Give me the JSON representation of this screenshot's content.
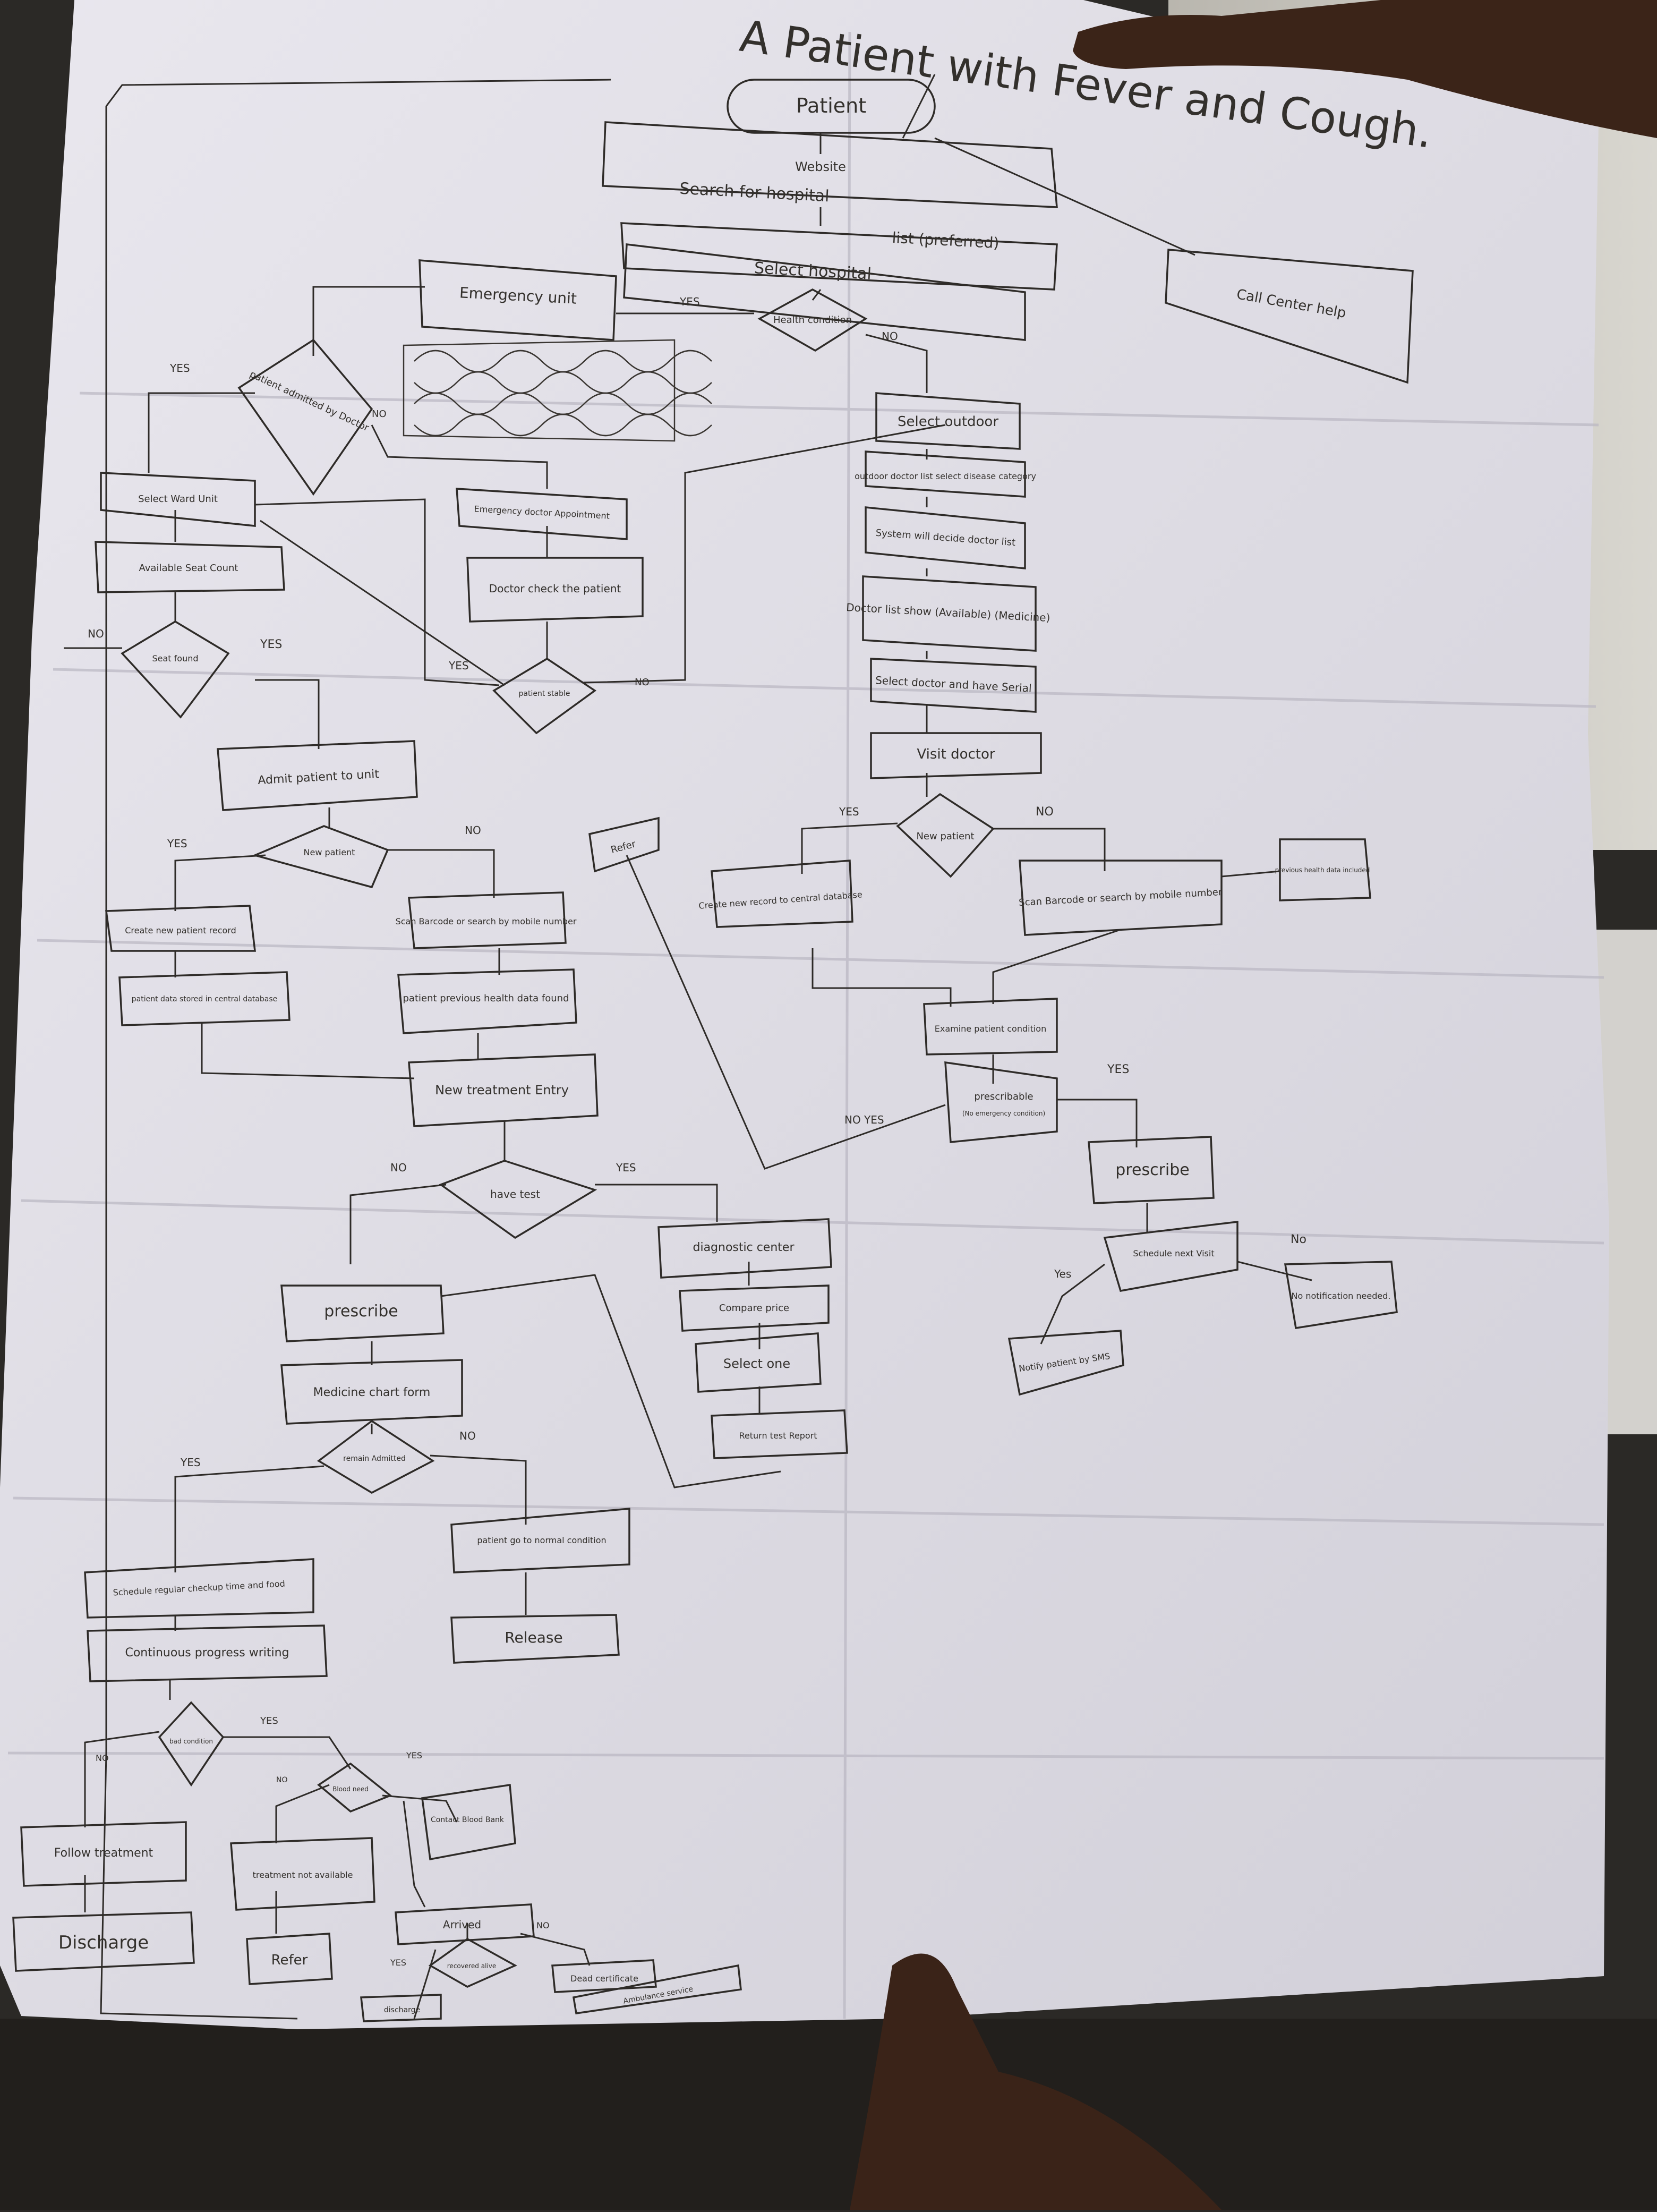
{
  "title": "A Patient with Fever and Cough.",
  "nodes": {
    "patient": "Patient",
    "website": "Website",
    "search": "Search for hospital",
    "list": "list (preferred)",
    "select_hospital": "Select hospital",
    "call_center": "Call Center help",
    "health_condition": "Health condition",
    "emergency_unit": "Emergency unit",
    "patient_admitted": "patient admitted by Doctor",
    "select_outdoor": "Select outdoor",
    "outdoor_doctor": "outdoor doctor list select disease category",
    "system_decide": "System will decide doctor list",
    "doctor_list_show": "Doctor list show (Available) (Medicine)",
    "select_doctor": "Select doctor and have Serial",
    "visit_doctor": "Visit doctor",
    "new_patient_q": "New patient",
    "create_record": "Create new record to central database",
    "scan_barcode_r": "Scan Barcode or search by mobile number",
    "previous_data_incl": "previous health data included",
    "examine": "Examine patient condition",
    "prescribable": "prescribable",
    "prescribable_sub": "(No emergency condition)",
    "prescribe_r": "prescribe",
    "schedule_next": "Schedule next Visit",
    "no_notification": "No notification needed.",
    "notify_sms": "Notify patient by SMS",
    "refer": "Refer",
    "select_ward": "Select Ward Unit",
    "available_seat": "Available Seat Count",
    "seat_found": "Seat found",
    "emergency_appt": "Emergency doctor Appointment",
    "doctor_check": "Doctor check the patient",
    "patient_stable": "patient stable",
    "admit": "Admit patient to unit",
    "new_patient_l": "New patient",
    "create_new_l": "Create new patient record",
    "data_stored": "patient data stored in central database",
    "scan_barcode_l": "Scan Barcode or search by mobile number",
    "prev_data_found": "patient previous health data found",
    "new_treatment": "New treatment Entry",
    "have_test": "have test",
    "diagnostic_center": "diagnostic center",
    "compare_price": "Compare price",
    "select_one": "Select one",
    "return_report": "Return test Report",
    "prescribe_l": "prescribe",
    "medicine_chart": "Medicine chart form",
    "remain_admitted": "remain Admitted",
    "normal_condition": "patient go to normal condition",
    "release": "Release",
    "schedule_checkup": "Schedule regular checkup time and food",
    "continuous_progress": "Continuous progress writing",
    "bad_condition": "bad condition",
    "follow_treatment": "Follow treatment",
    "discharge": "Discharge",
    "blood_needed": "Blood need",
    "contact_blood_bank": "Contact Blood Bank",
    "treatment_not_available": "treatment not available",
    "refer_bottom": "Refer",
    "arrived": "Arrived",
    "recovered": "recovered alive",
    "dead_certificate": "Dead certificate",
    "discharge_small": "discharge",
    "ambulance": "Ambulance service"
  },
  "labels": {
    "yes": "YES",
    "no": "NO",
    "yes_lc": "Yes",
    "no_lc": "No",
    "no_yes": "NO YES"
  },
  "paper_color": "#e1dfe6",
  "ink_color": "#2e2b28",
  "background_color": "#2b2926"
}
